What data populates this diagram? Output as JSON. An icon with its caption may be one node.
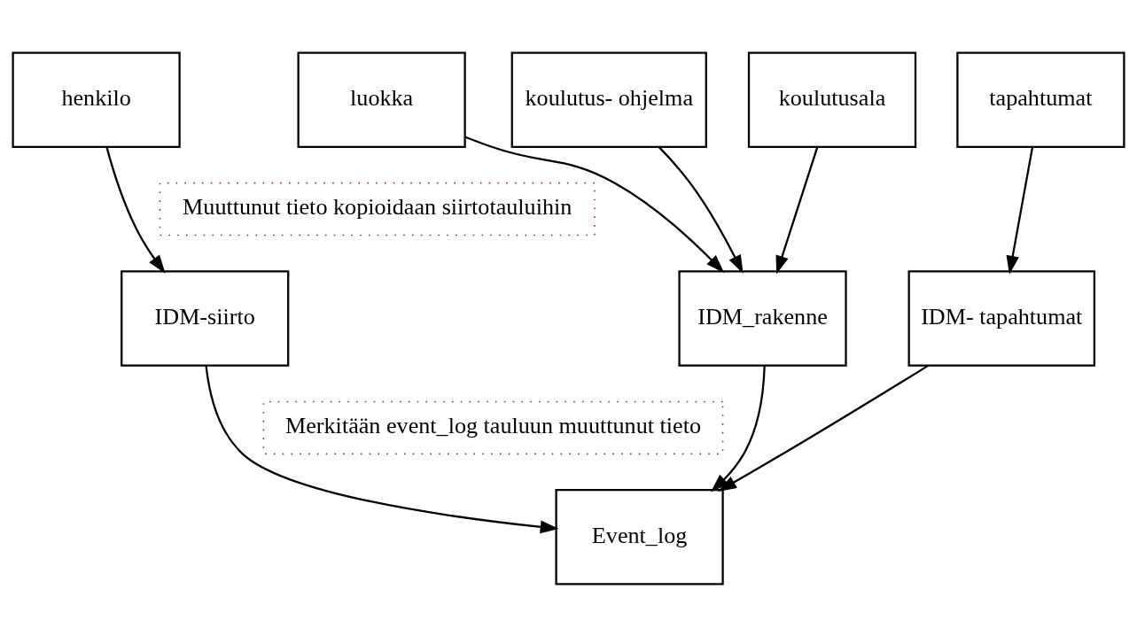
{
  "diagram": {
    "nodes": [
      {
        "text": [
          "koulutusala"
        ]
      },
      {
        "text": [
          "koulutus- ohjelma"
        ]
      },
      {
        "text": [
          "luokka"
        ]
      },
      {
        "text": [
          "henkilo"
        ]
      },
      {
        "text": [
          "tapahtumat"
        ]
      },
      {
        "text": [
          "Muuttunut tieto kopioidaan siirtotauluihin"
        ]
      },
      {
        "text": [
          "IDM_rakenne"
        ]
      },
      {
        "text": [
          "IDM-siirto"
        ]
      },
      {
        "text": [
          "IDM- tapahtumat"
        ]
      },
      {
        "text": [
          "Merkitään event_log tauluun muuttunut tieto"
        ]
      },
      {
        "text": [
          "Event_log"
        ]
      }
    ],
    "edges": [
      {
        "from": 0,
        "to": 6,
        "arrow": "to"
      },
      {
        "from": 1,
        "to": 6,
        "arrow": "to"
      },
      {
        "from": 2,
        "to": 6,
        "arrow": "to"
      },
      {
        "from": 3,
        "to": 7,
        "arrow": "to"
      },
      {
        "from": 4,
        "to": 8,
        "arrow": "to"
      },
      {
        "from": 6,
        "to": 10,
        "arrow": "to"
      },
      {
        "from": 7,
        "to": 10,
        "arrow": "to"
      },
      {
        "from": 8,
        "to": 10,
        "arrow": "to"
      }
    ]
  }
}
